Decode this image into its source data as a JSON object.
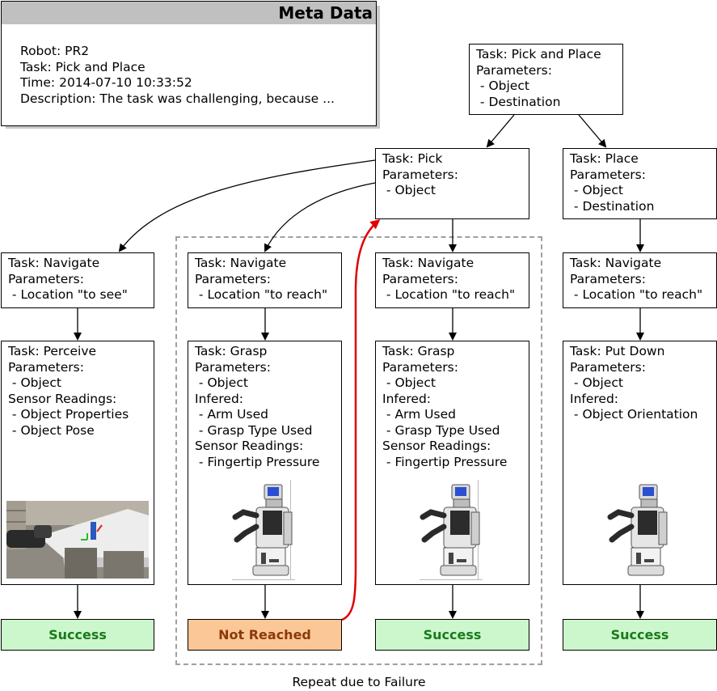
{
  "meta": {
    "title": "Meta Data",
    "lines": [
      "Robot: PR2",
      "Task: Pick and Place",
      "Time: 2014-07-10 10:33:52",
      "Description: The task was challenging, because ..."
    ]
  },
  "tasks": {
    "pick_and_place": [
      "Task: Pick and Place",
      "Parameters:",
      " - Object",
      " - Destination"
    ],
    "pick": [
      "Task: Pick",
      "Parameters:",
      " - Object"
    ],
    "place": [
      "Task: Place",
      "Parameters:",
      " - Object",
      " - Destination"
    ],
    "navigate_see": [
      "Task: Navigate",
      "Parameters:",
      " - Location \"to see\""
    ],
    "navigate_reach_1": [
      "Task: Navigate",
      "Parameters:",
      " - Location \"to reach\""
    ],
    "navigate_reach_2": [
      "Task: Navigate",
      "Parameters:",
      " - Location \"to reach\""
    ],
    "navigate_reach_3": [
      "Task: Navigate",
      "Parameters:",
      " - Location \"to reach\""
    ],
    "perceive": [
      "Task: Perceive",
      "Parameters:",
      " - Object",
      "Sensor Readings:",
      " - Object Properties",
      " - Object Pose"
    ],
    "grasp_1": [
      "Task: Grasp",
      "Parameters:",
      " - Object",
      "Infered:",
      " - Arm Used",
      " - Grasp Type Used",
      "Sensor Readings:",
      " - Fingertip Pressure"
    ],
    "grasp_2": [
      "Task: Grasp",
      "Parameters:",
      " - Object",
      "Infered:",
      " - Arm Used",
      " - Grasp Type Used",
      "Sensor Readings:",
      " - Fingertip Pressure"
    ],
    "put_down": [
      "Task: Put Down",
      "Parameters:",
      " - Object",
      "Infered:",
      " - Object Orientation"
    ]
  },
  "outcomes": {
    "perceive": "Success",
    "grasp_1": "Not Reached",
    "grasp_2": "Success",
    "put_down": "Success"
  },
  "repeat_label": "Repeat due to Failure",
  "colors": {
    "success_bg": "#ccf7cc",
    "success_text": "#1a7a1a",
    "fail_bg": "#fcc797",
    "fail_text": "#8a3a0a",
    "retry_arrow": "#e00000",
    "dashed_border": "#a0a0a0"
  }
}
